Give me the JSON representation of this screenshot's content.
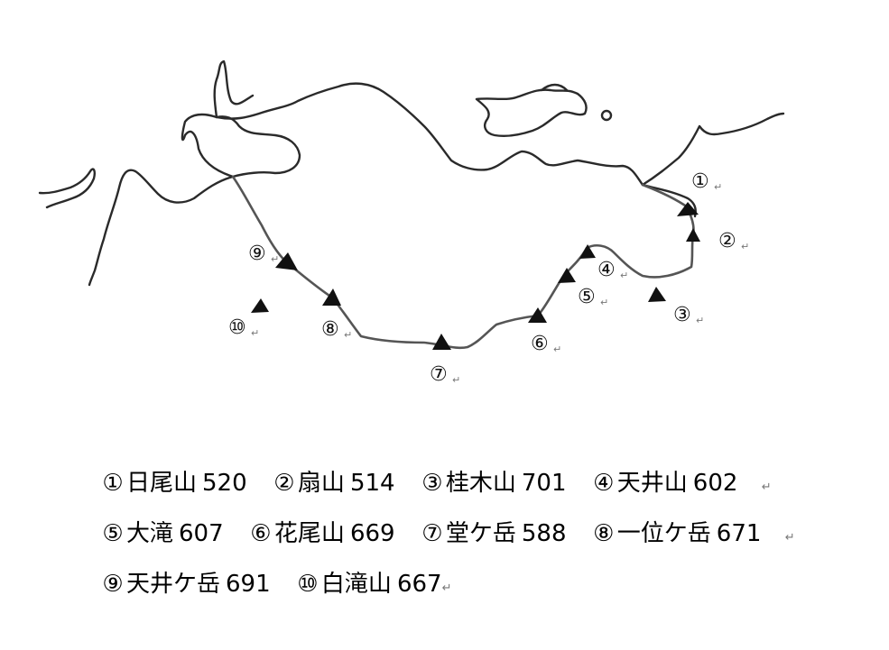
{
  "peaks": [
    {
      "num": "①",
      "name": "日尾山",
      "elev": "520"
    },
    {
      "num": "②",
      "name": "扇山",
      "elev": "514"
    },
    {
      "num": "③",
      "name": "桂木山",
      "elev": "701"
    },
    {
      "num": "④",
      "name": "天井山",
      "elev": "602"
    },
    {
      "num": "⑤",
      "name": "大滝",
      "elev": "607"
    },
    {
      "num": "⑥",
      "name": "花尾山",
      "elev": "669"
    },
    {
      "num": "⑦",
      "name": "堂ケ岳",
      "elev": "588"
    },
    {
      "num": "⑧",
      "name": "一位ケ岳",
      "elev": "671"
    },
    {
      "num": "⑨",
      "name": "天井ケ岳",
      "elev": "691"
    },
    {
      "num": "⑩",
      "name": "白滝山",
      "elev": "667"
    }
  ],
  "return_mark": "↵",
  "colors": {
    "line": "#2a2a2a",
    "route": "#555555",
    "peak": "#111111"
  }
}
